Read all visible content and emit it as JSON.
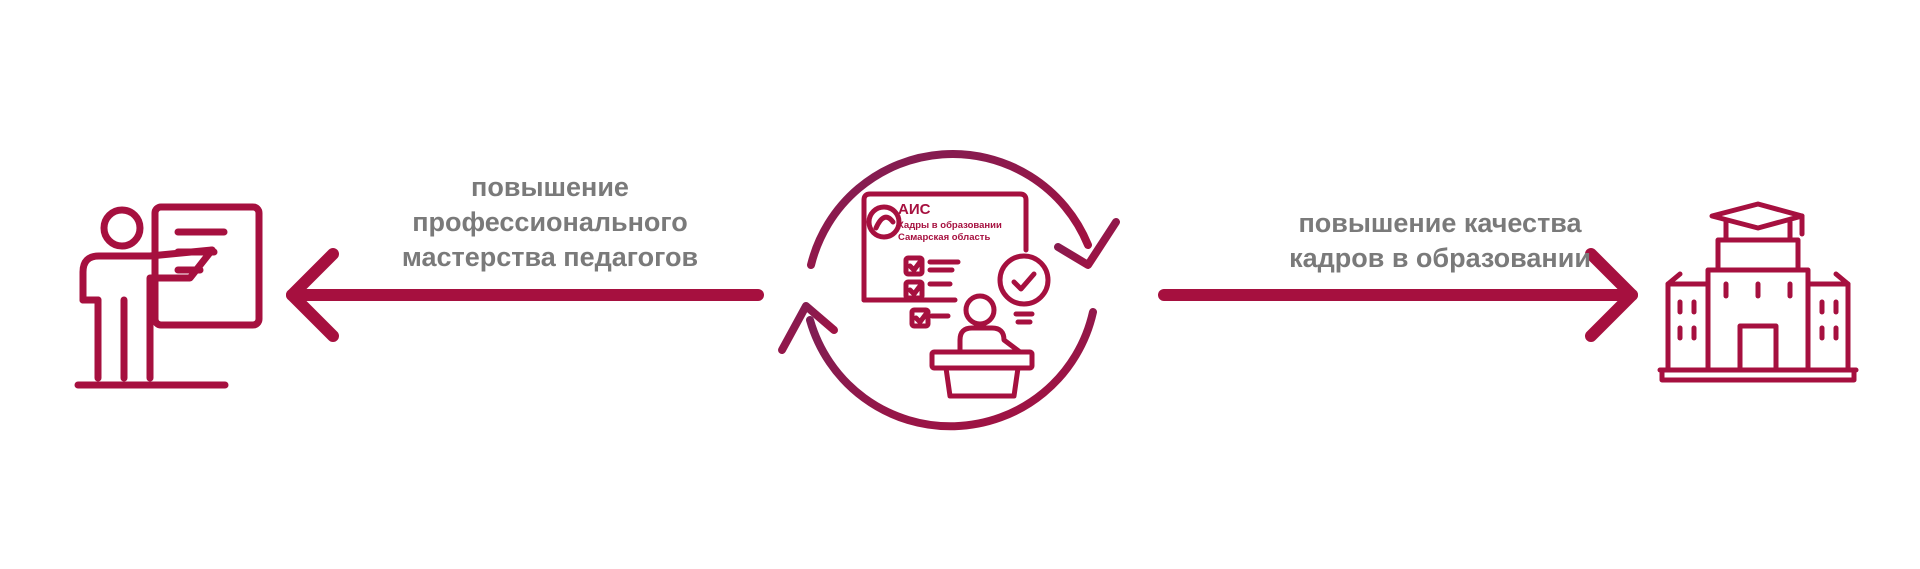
{
  "colors": {
    "accent": "#a6103f",
    "cycle_start": "#8b1a4e",
    "text": "#7a7a7a"
  },
  "left_caption": {
    "lines": [
      "повышение",
      "профессионального",
      "мастерства педагогов"
    ]
  },
  "right_caption": {
    "lines": [
      "повышение качества",
      "кадров в образовании"
    ]
  },
  "center": {
    "logo": {
      "title": "АИС",
      "line1": "Кадры в образовании",
      "line2": "Самарская область"
    }
  },
  "icons": {
    "left": "teacher-at-board-icon",
    "center": "ais-system-cycle-icon",
    "right": "university-building-icon"
  }
}
